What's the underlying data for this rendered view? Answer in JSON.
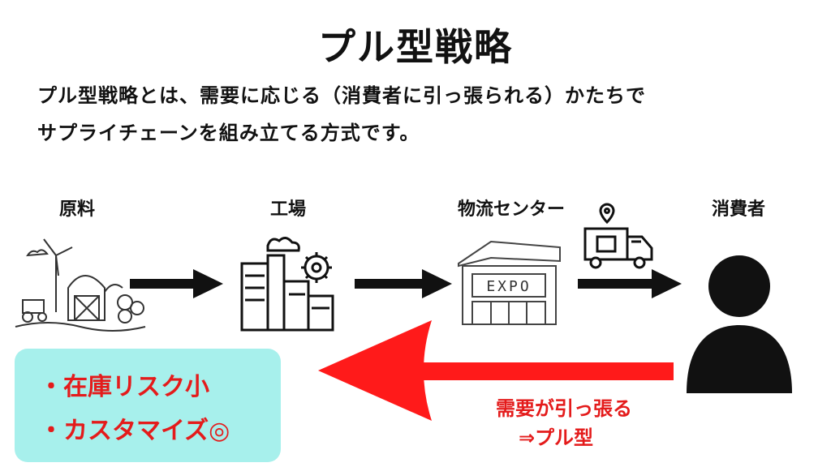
{
  "title": "プル型戦略",
  "description": [
    "プル型戦略とは、需要に応じる（消費者に引っ張られる）かたちで",
    "サプライチェーンを組み立てる方式です。"
  ],
  "nodes": [
    {
      "label": "原料",
      "icon": "farm-icon"
    },
    {
      "label": "工場",
      "icon": "factory-icon"
    },
    {
      "label": "物流センター",
      "icon": "warehouse-icon"
    },
    {
      "label": "消費者",
      "icon": "person-icon"
    }
  ],
  "warehouse_sign": "EXPO",
  "benefits": [
    "・在庫リスク小",
    "・カスタマイズ◎"
  ],
  "pull_caption": [
    "需要が引っ張る",
    "⇒プル型"
  ],
  "colors": {
    "accent": "#e41b1b",
    "box": "#a7f0ec",
    "ink": "#111111"
  }
}
